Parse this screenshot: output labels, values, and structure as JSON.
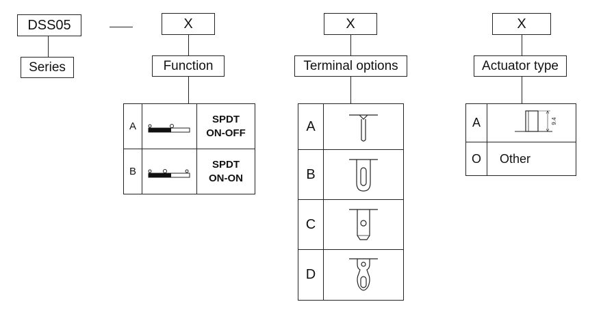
{
  "series": {
    "code": "DSS05",
    "label": "Series",
    "dash": "—"
  },
  "function": {
    "placeholder": "X",
    "label": "Function",
    "options": [
      {
        "code": "A",
        "line1": "SPDT",
        "line2": "ON-OFF"
      },
      {
        "code": "B",
        "line1": "SPDT",
        "line2": "ON-ON"
      }
    ]
  },
  "terminal": {
    "placeholder": "X",
    "label": "Terminal options",
    "options": [
      {
        "code": "A"
      },
      {
        "code": "B"
      },
      {
        "code": "C"
      },
      {
        "code": "D"
      }
    ]
  },
  "actuator": {
    "placeholder": "X",
    "label": "Actuator type",
    "options": [
      {
        "code": "A",
        "dimension": "9.4"
      },
      {
        "code": "O",
        "text": "Other"
      }
    ]
  }
}
